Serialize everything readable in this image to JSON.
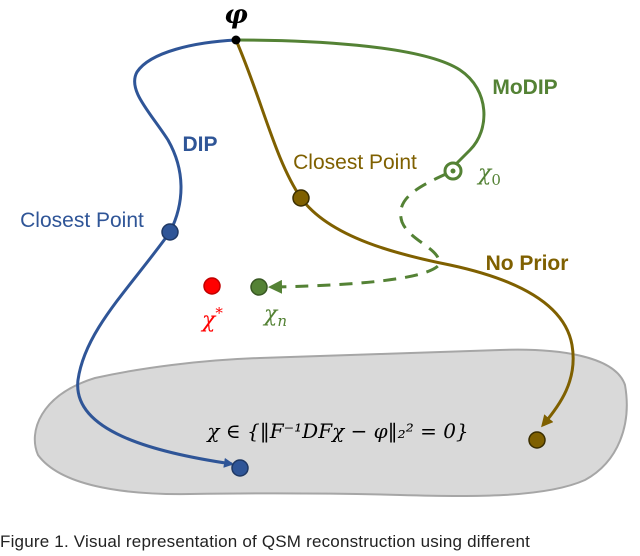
{
  "labels": {
    "phi": "φ",
    "modip": "MoDIP",
    "dip": "DIP",
    "closest_point_dip": "Closest Point",
    "closest_point_noprior": "Closest Point",
    "no_prior": "No Prior",
    "chi0_main": "χ",
    "chi0_sub": "0",
    "chin_main": "χ",
    "chin_sub": "n",
    "chistar_main": "χ",
    "chistar_sup": "*",
    "constraint": "χ ∈ {‖F⁻¹DFχ − φ‖₂² = 0}"
  },
  "caption": "Figure 1. Visual representation of QSM reconstruction using different",
  "colors": {
    "dip": "#2F5597",
    "modip": "#548235",
    "no_prior": "#7F6000",
    "chi_star": "#FF0000",
    "set_fill": "#D9D9D9",
    "set_stroke": "#A6A6A6"
  }
}
